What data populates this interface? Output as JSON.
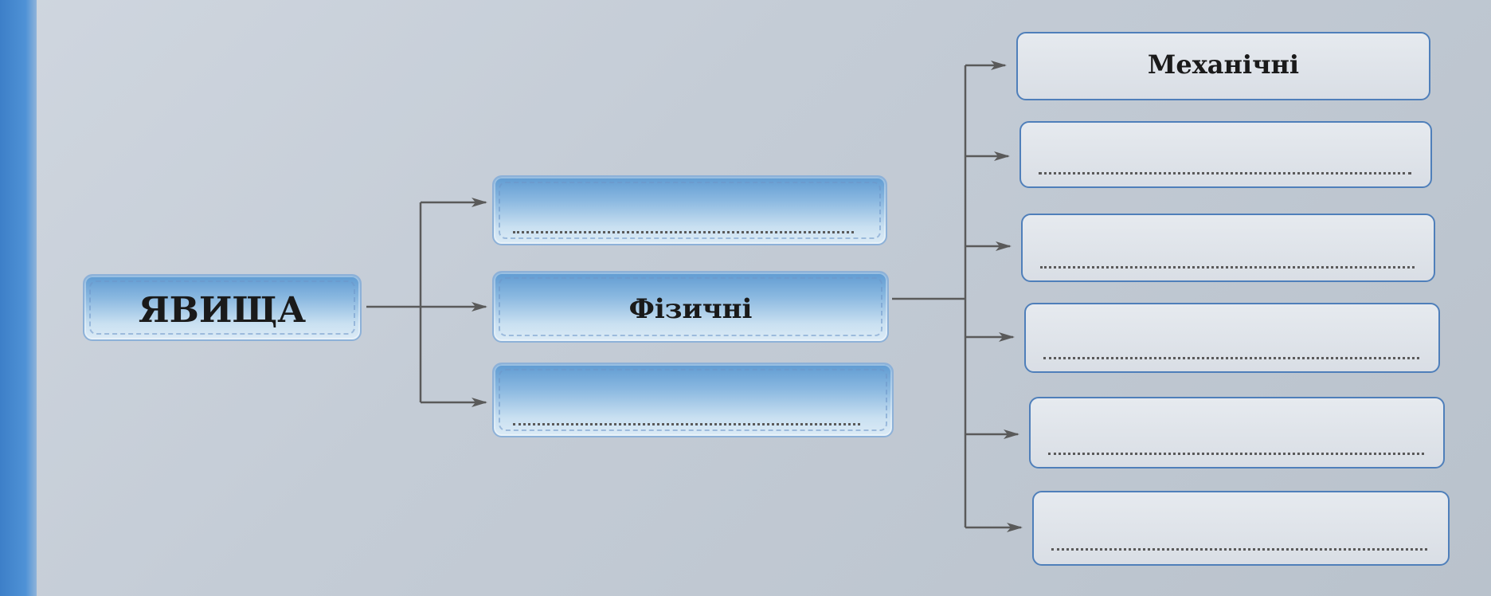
{
  "diagram": {
    "root": {
      "label": "ЯВИЩА"
    },
    "middle": [
      {
        "label": ""
      },
      {
        "label": "Фізичні"
      },
      {
        "label": ""
      }
    ],
    "right": [
      {
        "label": "Механічні"
      },
      {
        "label": ""
      },
      {
        "label": ""
      },
      {
        "label": ""
      },
      {
        "label": ""
      },
      {
        "label": ""
      }
    ]
  },
  "colors": {
    "box_blue": "#8ab8e0",
    "box_border": "#4f7fba",
    "arrow": "#5a5a5a",
    "edge_strip": "#3d7fc8"
  }
}
